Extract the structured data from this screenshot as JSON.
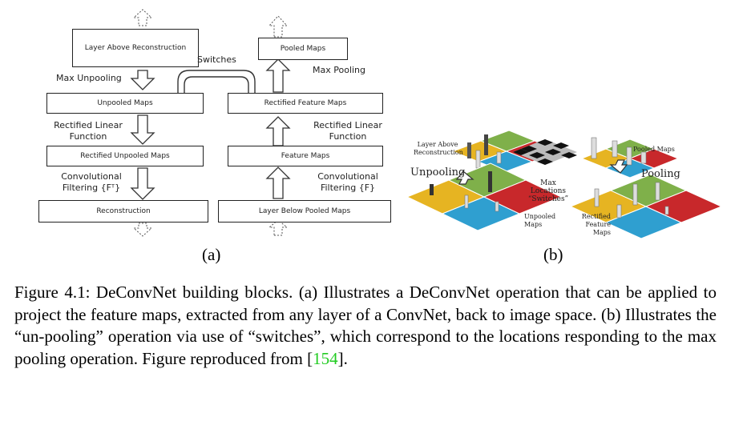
{
  "panel_a": {
    "left": {
      "top_box": "Layer Above Reconstruction",
      "label_1": "Max Unpooling",
      "box_2": "Unpooled Maps",
      "label_2": "Rectified Linear Function",
      "box_3": "Rectified Unpooled Maps",
      "label_3": "Convolutional Filtering {Fᵀ}",
      "box_4": "Reconstruction"
    },
    "switches": "Switches",
    "right": {
      "top_box": "Pooled Maps",
      "label_1": "Max Pooling",
      "box_2": "Rectified Feature Maps",
      "label_2": "Rectified Linear Function",
      "box_3": "Feature Maps",
      "label_3": "Convolutional Filtering {F}",
      "box_4": "Layer Below Pooled Maps"
    },
    "panel_label": "(a)"
  },
  "panel_b": {
    "layer_above": "Layer Above Reconstruction",
    "unpooling": "Unpooling",
    "max_locations": "Max Locations “Switches”",
    "unpooled_maps": "Unpooled Maps",
    "pooled_maps": "Pooled Maps",
    "pooling": "Pooling",
    "rectified_feature_maps": "Rectified Feature Maps",
    "panel_label": "(b)",
    "colors": {
      "yellow": "#e6b422",
      "green": "#7fb04a",
      "red": "#c8282b",
      "blue": "#2f9fd0"
    }
  },
  "caption": {
    "text": "Figure 4.1:   DeConvNet building blocks. (a) Illustrates a DeConvNet operation that can be applied to project the feature maps, extracted from any layer of a ConvNet, back to image space. (b) Illustrates the “un-pooling” operation via use of “switches”, which correspond to the locations responding to the max pooling operation. Figure reproduced from [",
    "citation": "154",
    "end": "]."
  }
}
